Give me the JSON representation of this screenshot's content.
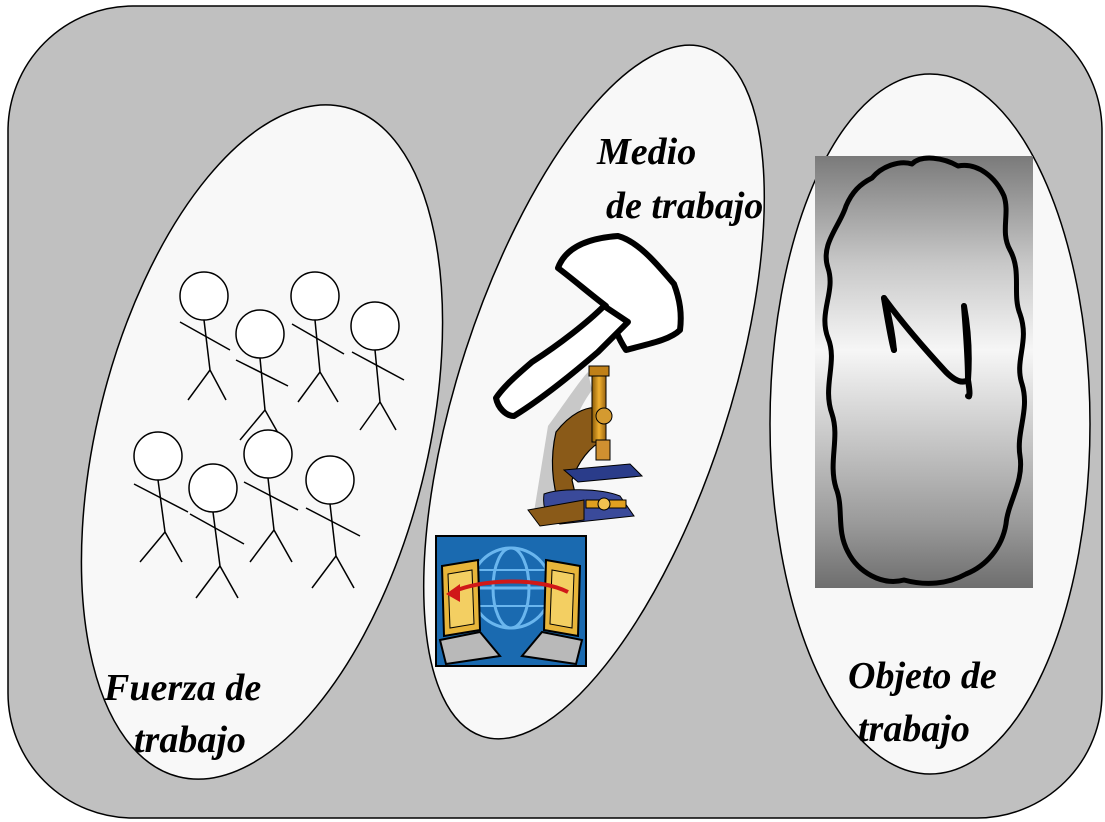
{
  "colors": {
    "background": "#c0c0c0",
    "ellipse_fill": "#f8f8f8",
    "outline": "#000000"
  },
  "groups": {
    "fuerza": {
      "line1": "Fuerza de",
      "line2": "trabajo",
      "figure_count": 8
    },
    "medio": {
      "line1": "Medio",
      "line2": "de trabajo",
      "icons": [
        "hammer-icon",
        "microscope-icon",
        "network-computers-icon"
      ]
    },
    "objeto": {
      "line1": "Objeto de",
      "line2": "trabajo",
      "symbol": "N"
    }
  }
}
